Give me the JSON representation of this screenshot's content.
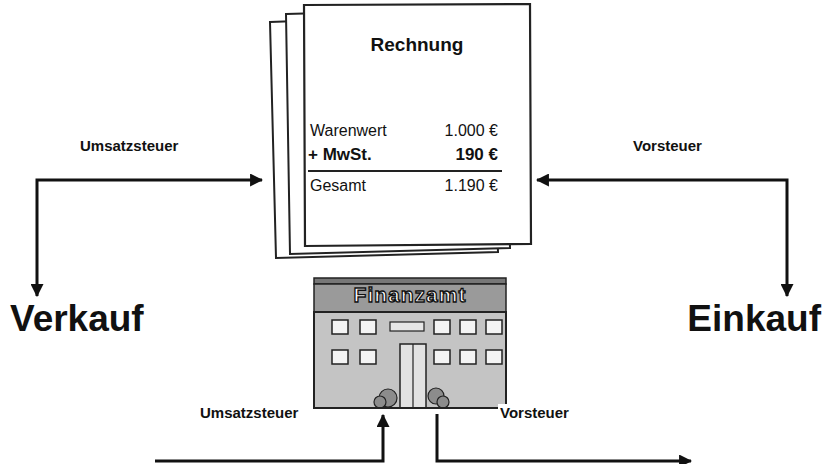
{
  "diagram": {
    "nodes": [
      {
        "text": [
          "Rechnung",
          "Warenwert",
          "1.000 €",
          "+ MwSt.",
          "190 €",
          "Gesamt",
          "1.190 €"
        ]
      },
      {
        "text": [
          "Verkauf"
        ]
      },
      {
        "text": [
          "Finanzamt"
        ]
      },
      {
        "text": [
          "Einkauf"
        ]
      }
    ],
    "edges": [
      {
        "from": 1,
        "to": 0,
        "arrow": "both"
      },
      {
        "from": 3,
        "to": 0,
        "arrow": "both"
      }
    ],
    "labels": [
      "Umsatzsteuer",
      "Vorsteuer",
      "Umsatzsteuer",
      "Vorsteuer"
    ]
  }
}
